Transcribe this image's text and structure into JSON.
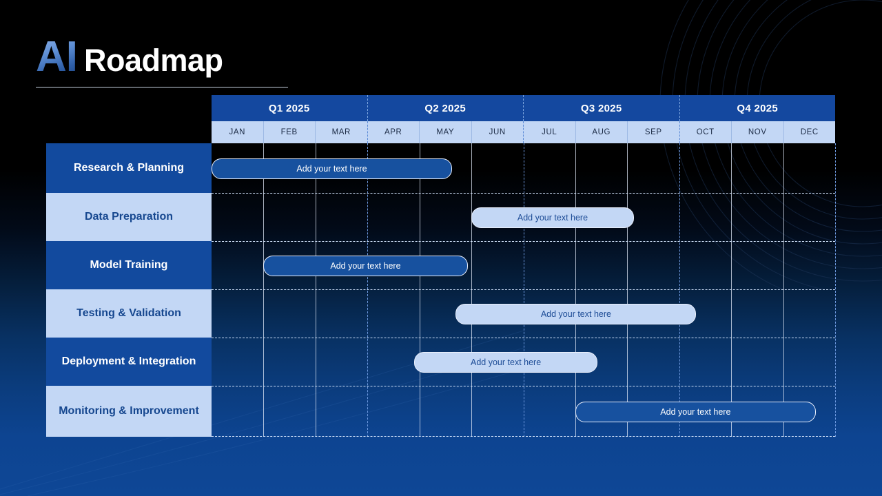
{
  "title": {
    "accent": "AI",
    "main": "Roadmap"
  },
  "colors": {
    "header_blue": "#14489f",
    "light_blue": "#c3d7f5",
    "bar_dark": "#17519f",
    "label_dark": "#124a9e",
    "label_text_dark": "#16478f",
    "page_bottom": "#0e4796"
  },
  "chart_data": {
    "type": "bar",
    "title": "AI Roadmap",
    "xlabel": "",
    "ylabel": "",
    "grid": true,
    "legend": "none",
    "quarters": [
      "Q1 2025",
      "Q2 2025",
      "Q3 2025",
      "Q4 2025"
    ],
    "categories": [
      "JAN",
      "FEB",
      "MAR",
      "APR",
      "MAY",
      "JUN",
      "JUL",
      "AUG",
      "SEP",
      "OCT",
      "NOV",
      "DEC"
    ],
    "rows": [
      {
        "label": "Research & Planning",
        "style": "dark",
        "bar_label": "Add your text here",
        "bar_style": "dark",
        "start_month": 1,
        "end_month": 5.6
      },
      {
        "label": "Data Preparation",
        "style": "light",
        "bar_label": "Add your text here",
        "bar_style": "light",
        "start_month": 6.0,
        "end_month": 9.1
      },
      {
        "label": "Model Training",
        "style": "dark",
        "bar_label": "Add your text here",
        "bar_style": "dark",
        "start_month": 2.0,
        "end_month": 5.9
      },
      {
        "label": "Testing & Validation",
        "style": "light",
        "bar_label": "Add your text here",
        "bar_style": "light",
        "start_month": 5.7,
        "end_month": 10.3
      },
      {
        "label": "Deployment & Integration",
        "style": "dark",
        "bar_label": "Add your text here",
        "bar_style": "light",
        "start_month": 4.9,
        "end_month": 8.4
      },
      {
        "label": "Monitoring & Improvement",
        "style": "light",
        "bar_label": "Add your text here",
        "bar_style": "dark",
        "start_month": 8.0,
        "end_month": 12.6
      }
    ]
  }
}
